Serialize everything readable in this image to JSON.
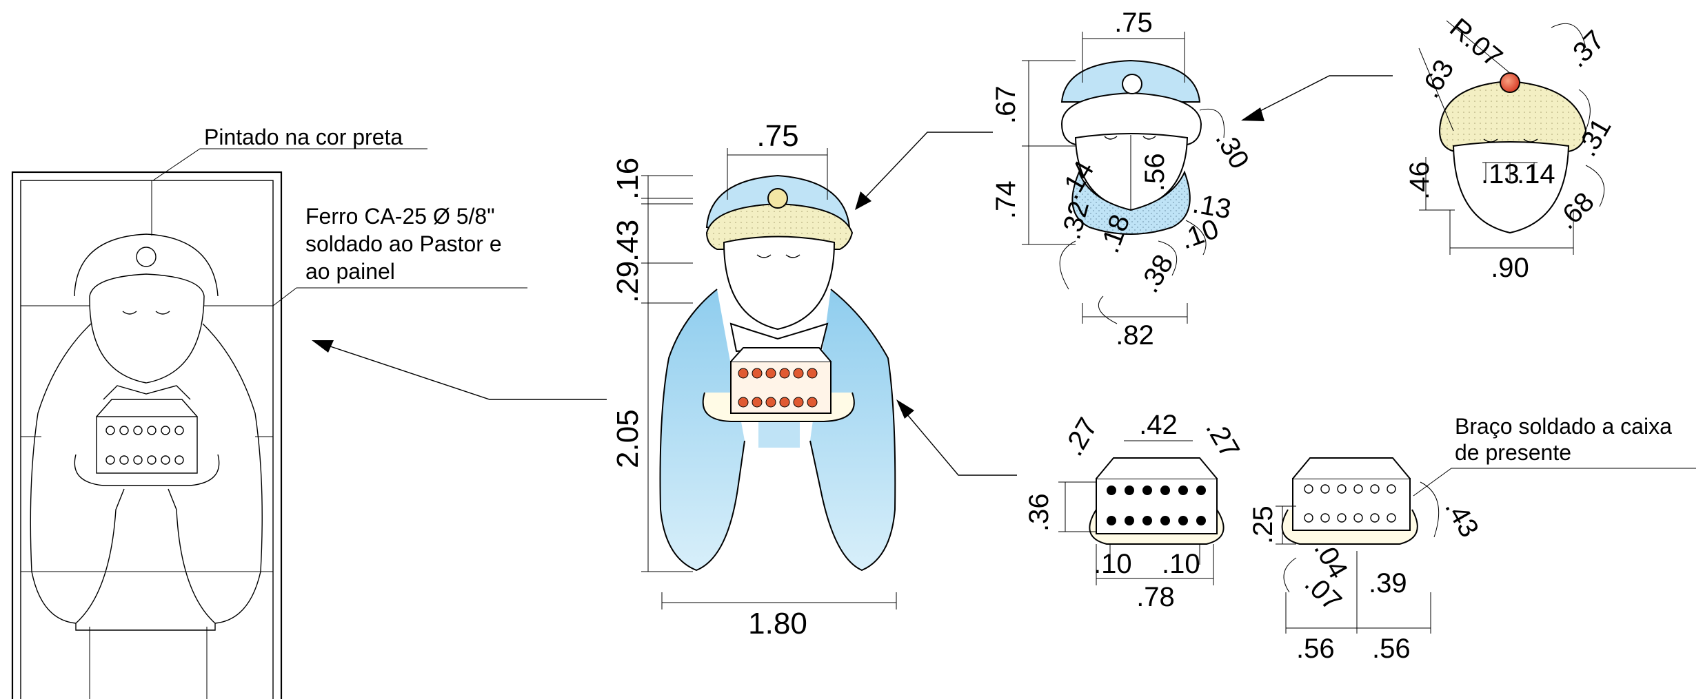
{
  "notes": {
    "painted_black": "Pintado na cor preta",
    "iron_line1": "Ferro CA-25 Ø 5/8\"",
    "iron_line2": "soldado ao Pastor e",
    "iron_line3": "ao painel",
    "arm_line1": "Braço soldado a caixa",
    "arm_line2": "de presente"
  },
  "main_figure": {
    "top_width": ".75",
    "heights": [
      ".16",
      ".43",
      ".29",
      "2.05"
    ],
    "total_width": "1.80"
  },
  "head_detail": {
    "top_width": ".75",
    "left_heights": [
      ".67",
      ".74"
    ],
    "center_height": ".56",
    "right_dims": [
      ".30",
      ".13",
      ".10"
    ],
    "lower_dims": [
      ".14",
      ".32",
      ".18",
      ".38"
    ],
    "bottom_width": ".82"
  },
  "turban_detail": {
    "radius": "R.07",
    "left_dims": [
      ".63",
      ".46"
    ],
    "right_dims": [
      ".37",
      ".31",
      ".68"
    ],
    "eye_dims": [
      ".13",
      ".14"
    ],
    "bottom_width": ".90"
  },
  "gift_detail": {
    "top_width": ".42",
    "side_left": ".27",
    "side_right": ".27",
    "height": ".36",
    "foot_left": ".10",
    "foot_right": ".10",
    "total_width": ".78"
  },
  "arm_detail": {
    "height": ".25",
    "right_dim": ".43",
    "small_dims": [
      ".04",
      ".07"
    ],
    "mid_dim": ".39",
    "half_left": ".56",
    "half_right": ".56"
  },
  "colors": {
    "robe_blue": "#a9d8f2",
    "turban_blue": "#bfe3f6",
    "turban_band": "#f3efc3",
    "gift_dot": "#e05a32",
    "jewel": "#e8542c"
  }
}
